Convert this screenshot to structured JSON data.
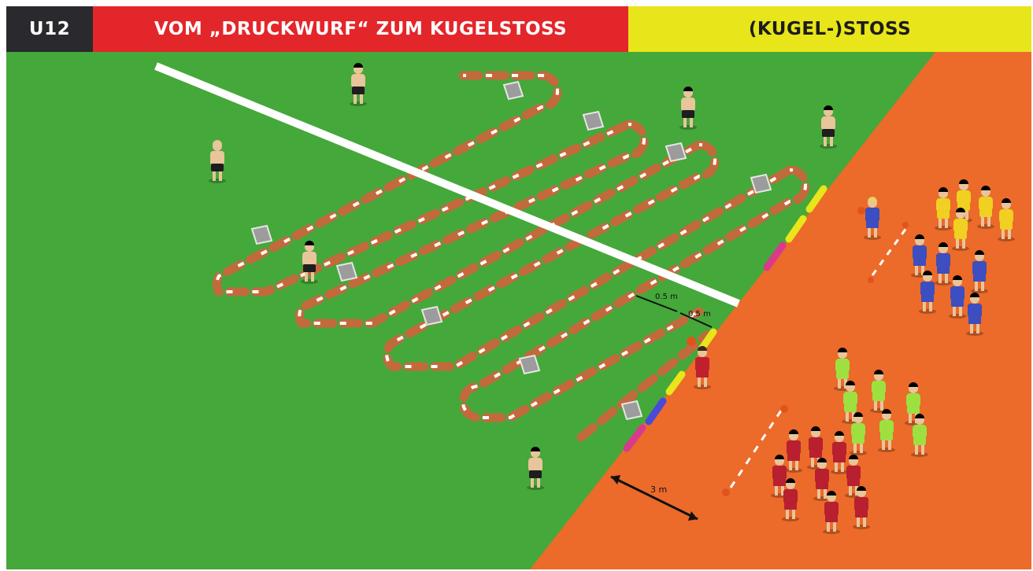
{
  "header": {
    "age_group": "U12",
    "title": "VOM „DRUCKWURF“ ZUM KUGELSTOSS",
    "discipline": "(KUGEL-)STOSS"
  },
  "measurements": {
    "gap_1": "0.5 m",
    "gap_2": "0.5 m",
    "throw_zone_depth": "3 m"
  },
  "colors": {
    "age_bg": "#2a2a2e",
    "title_bg": "#e3262a",
    "discipline_bg": "#e8e51a",
    "grass": "#45a83a",
    "track": "#ec6a2a",
    "course_line": "#c26a3c",
    "white_line": "#ffffff"
  }
}
